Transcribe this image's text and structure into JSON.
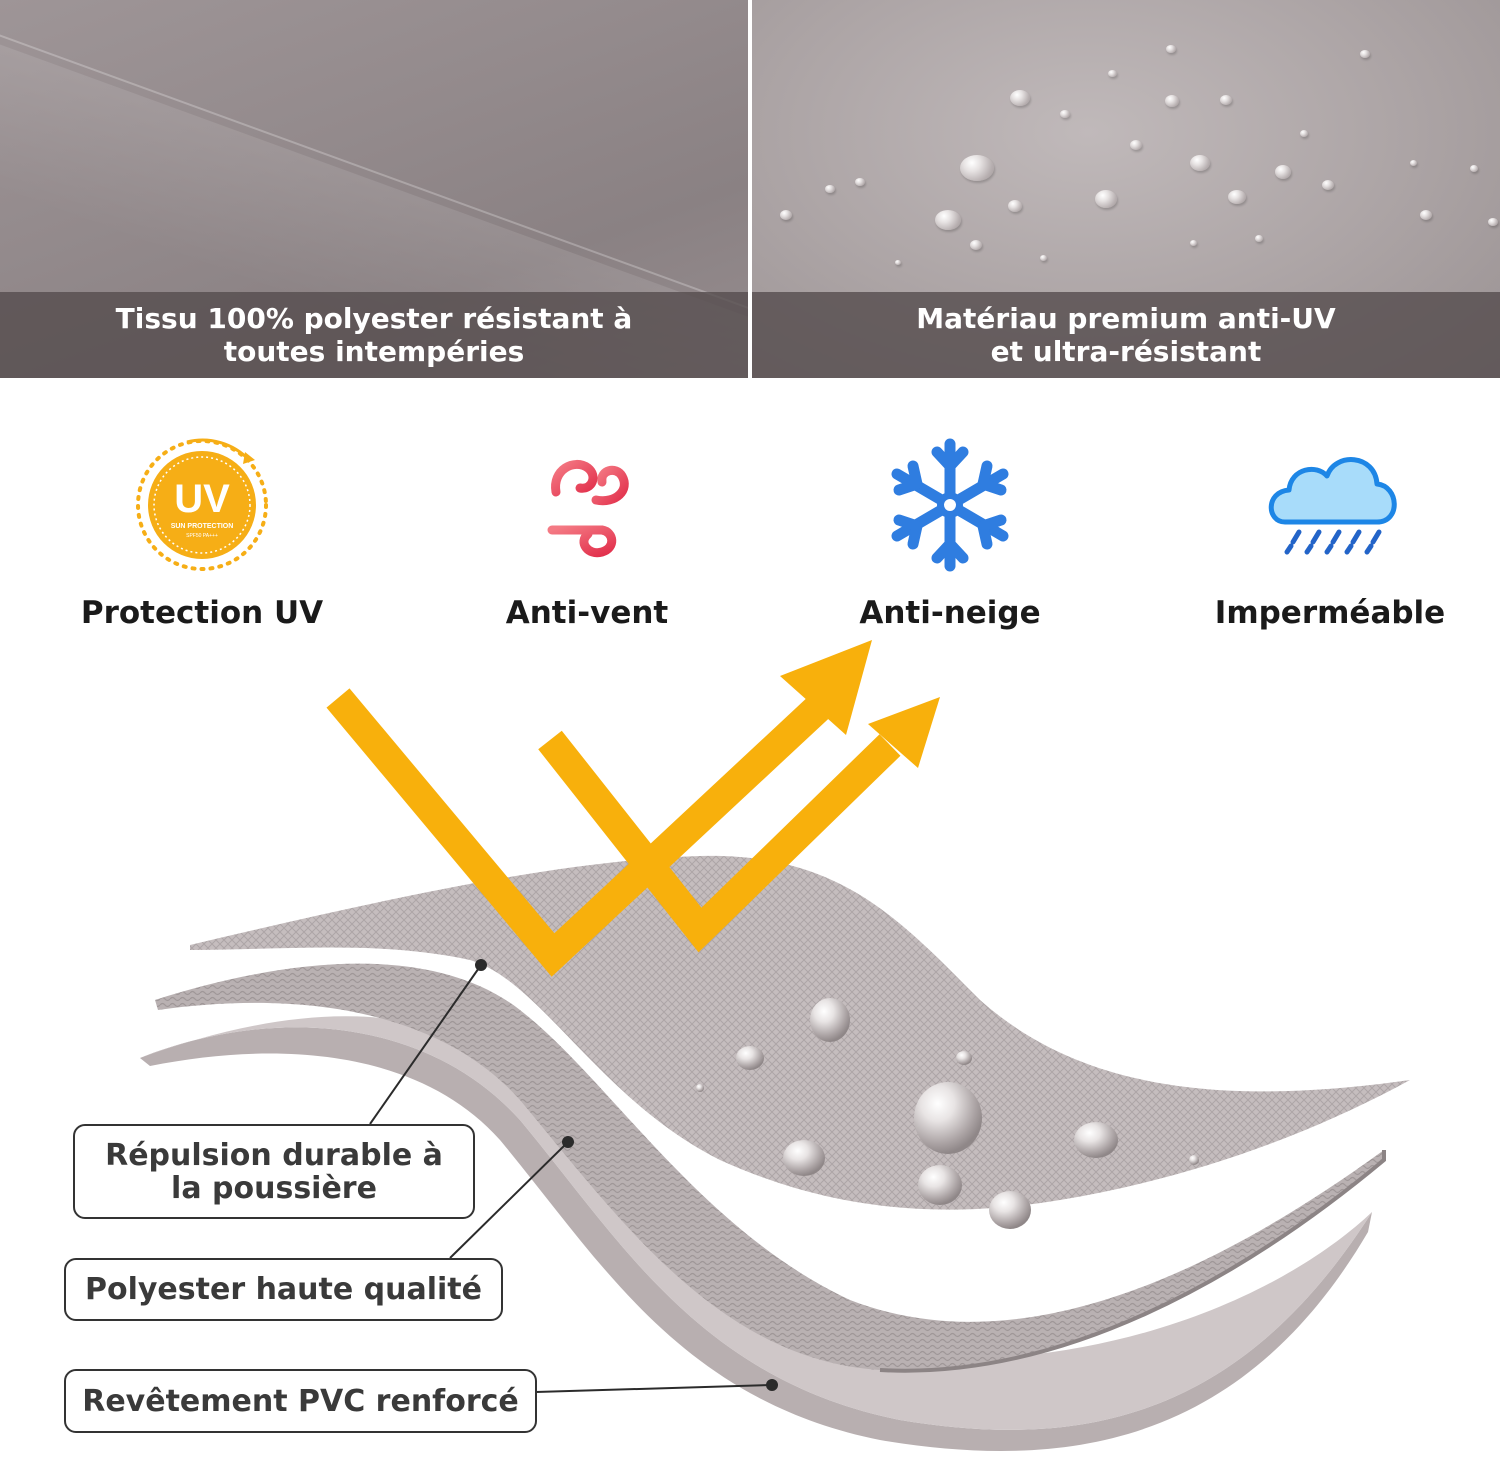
{
  "photos": [
    {
      "caption_line1": "Tissu 100% polyester résistant à",
      "caption_line2": "toutes intempéries"
    },
    {
      "caption_line1": "Matériau premium anti-UV",
      "caption_line2": "et ultra-résistant"
    }
  ],
  "features": [
    {
      "label": "Protection UV",
      "icon": "uv-protection-badge-icon",
      "badge_text": "UV",
      "badge_subtext": "SUN PROTECTION",
      "badge_small": "SPF50 PA+++",
      "color": "#f6ae16"
    },
    {
      "label": "Anti-vent",
      "icon": "wind-icon",
      "color": "#ef5a66"
    },
    {
      "label": "Anti-neige",
      "icon": "snowflake-icon",
      "color": "#2f7de0"
    },
    {
      "label": "Imperméable",
      "icon": "rain-cloud-icon",
      "color": "#5ab4ee"
    }
  ],
  "layers": [
    {
      "label_line1": "Répulsion durable à",
      "label_line2": "la poussière"
    },
    {
      "label_line1": "Polyester haute qualité",
      "label_line2": ""
    },
    {
      "label_line1": "Revêtement PVC renforcé",
      "label_line2": ""
    }
  ],
  "colors": {
    "arrow": "#f8b00c",
    "fabric": "#c3bbbc",
    "caption_bg": "#554c4e"
  }
}
